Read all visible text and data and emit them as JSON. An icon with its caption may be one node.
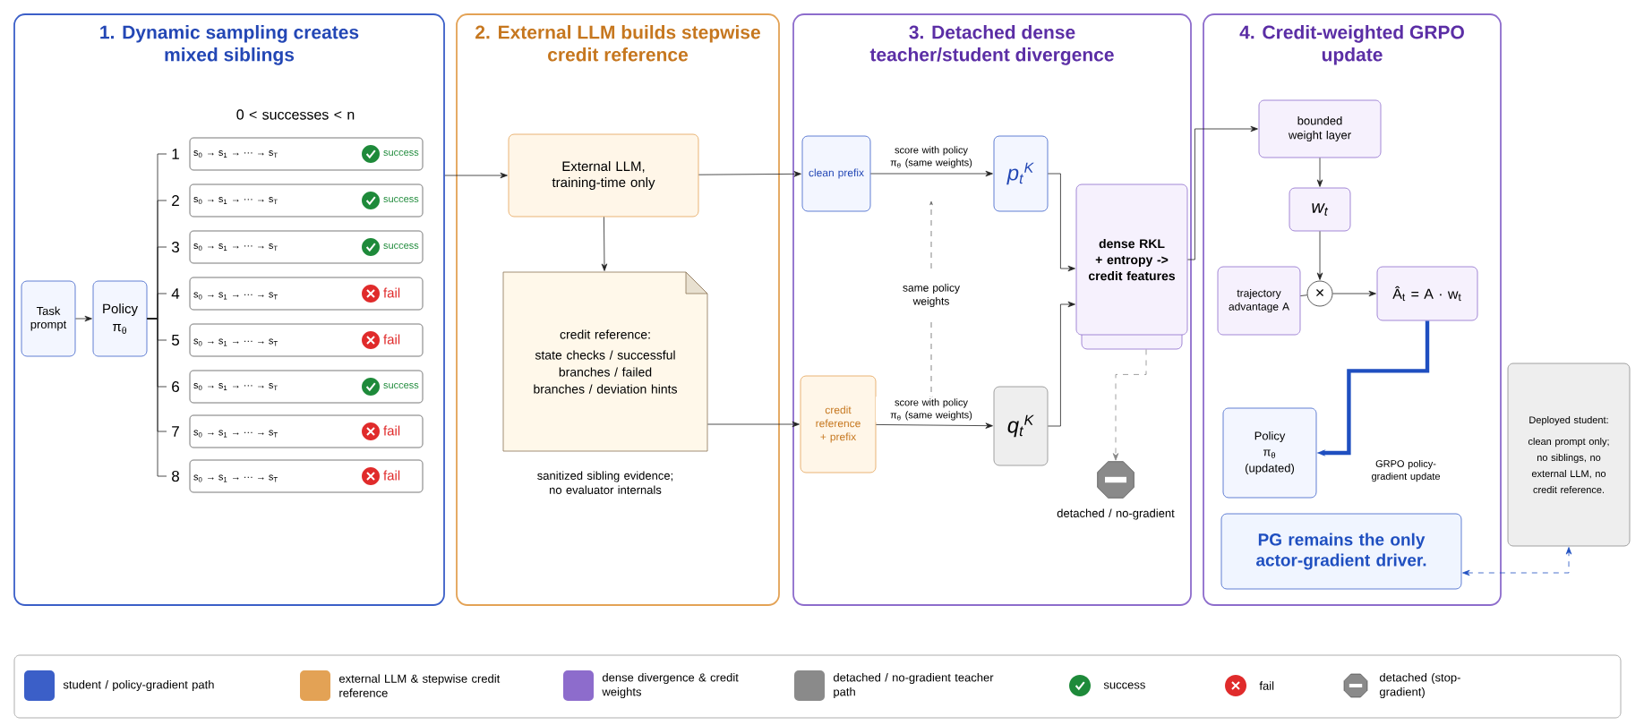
{
  "diagram": {
    "nodes": [
      {
        "text": [
          "1. Dynamic sampling creates mixed siblings"
        ]
      },
      {
        "text": [
          "Task prompt"
        ],
        "in": 0
      },
      {
        "text": [
          "Policy",
          "π$_{θ}$"
        ],
        "in": 0
      },
      {
        "text": [
          "s$_{0}$ → s$_{1}$ → ··· → s$_{T}$",
          "success"
        ],
        "beside": [
          "1"
        ],
        "in": 0
      },
      {
        "text": [
          "s$_{0}$ → s$_{1}$ → ··· → s$_{T}$",
          "success"
        ],
        "beside": [
          "2"
        ],
        "in": 0
      },
      {
        "text": [
          "s$_{0}$ → s$_{1}$ → ··· → s$_{T}$",
          "success"
        ],
        "beside": [
          "3"
        ],
        "in": 0
      },
      {
        "text": [
          "s$_{0}$ → s$_{1}$ → ··· → s$_{T}$",
          "fail"
        ],
        "beside": [
          "4"
        ],
        "in": 0
      },
      {
        "text": [
          "s$_{0}$ → s$_{1}$ → ··· → s$_{T}$",
          "fail"
        ],
        "beside": [
          "5"
        ],
        "in": 0
      },
      {
        "text": [
          "s$_{0}$ → s$_{1}$ → ··· → s$_{T}$",
          "success"
        ],
        "beside": [
          "6"
        ],
        "in": 0
      },
      {
        "text": [
          "s$_{0}$ → s$_{1}$ → ··· → s$_{T}$",
          "fail"
        ],
        "beside": [
          "7"
        ],
        "in": 0
      },
      {
        "text": [
          "s$_{0}$ → s$_{1}$ → ··· → s$_{T}$",
          "fail"
        ],
        "beside": [
          "8"
        ],
        "in": 0
      },
      {
        "text": [
          "2. External LLM builds stepwise credit reference"
        ]
      },
      {
        "text": [
          "External LLM, training-time only"
        ],
        "in": 11
      },
      {
        "text": [
          "credit reference:",
          "state checks / successful branches / failed branches / deviation hints"
        ],
        "beside": [
          "sanitized sibling evidence; no evaluator internals"
        ],
        "in": 11
      },
      {
        "text": [
          "3. Detached dense teacher/student divergence"
        ]
      },
      {
        "text": [
          "clean prefix"
        ],
        "in": 14
      },
      {
        "text": [
          "p$_{t}$$^{K}$"
        ],
        "in": 14
      },
      {
        "text": [
          "credit reference + prefix"
        ],
        "in": 14
      },
      {
        "text": [
          "q$_{t}$$^{K}$"
        ],
        "in": 14
      },
      {
        "text": [
          "dense RKL + entropy -> credit features"
        ],
        "in": 14
      },
      {
        "text": [],
        "shape": "octagon",
        "beside": [
          "detached / no-gradient"
        ],
        "in": 14
      },
      {
        "text": [
          "4. Credit-weighted GRPO update"
        ]
      },
      {
        "text": [
          "bounded weight layer"
        ],
        "in": 21
      },
      {
        "text": [
          "w$_{t}$"
        ],
        "in": 21
      },
      {
        "text": [
          "trajectory advantage A"
        ],
        "in": 21
      },
      {
        "text": [
          "×"
        ],
        "in": 21
      },
      {
        "text": [
          "Â$_{t}$ = A · w$_{t}$"
        ],
        "in": 21
      },
      {
        "text": [
          "Policy",
          "π$_{θ}$",
          "(updated)"
        ],
        "in": 21
      },
      {
        "text": [
          "PG remains the only actor-gradient driver."
        ],
        "in": 21
      },
      {
        "text": [
          "Deployed student:",
          "clean prompt only; no siblings, no external LLM, no credit reference."
        ]
      }
    ],
    "edges": [
      {
        "from": 1,
        "to": 2,
        "arrow": "to"
      },
      {
        "from": 2,
        "to": 3,
        "arrow": "none"
      },
      {
        "from": 2,
        "to": 4,
        "arrow": "none"
      },
      {
        "from": 2,
        "to": 5,
        "arrow": "none"
      },
      {
        "from": 2,
        "to": 6,
        "arrow": "none"
      },
      {
        "from": 2,
        "to": 7,
        "arrow": "none"
      },
      {
        "from": 2,
        "to": 8,
        "arrow": "none"
      },
      {
        "from": 2,
        "to": 9,
        "arrow": "none"
      },
      {
        "from": 2,
        "to": 10,
        "arrow": "none"
      },
      {
        "from": 0,
        "to": 12,
        "arrow": "to"
      },
      {
        "from": 12,
        "to": 13,
        "arrow": "to"
      },
      {
        "from": 12,
        "to": 15,
        "arrow": "to"
      },
      {
        "from": 13,
        "to": 17,
        "arrow": "to"
      },
      {
        "from": 15,
        "to": 16,
        "arrow": "to",
        "label": "score with policy π$_{θ}$ (same weights)"
      },
      {
        "from": 17,
        "to": 18,
        "arrow": "to",
        "label": "score with policy π$_{θ}$ (same weights)"
      },
      {
        "from": 16,
        "to": 19,
        "arrow": "to"
      },
      {
        "from": 18,
        "to": 19,
        "arrow": "to"
      },
      {
        "from": 19,
        "to": 20,
        "arrow": "to",
        "style": "dashed",
        "color": "#888888"
      },
      {
        "from": 19,
        "to": 22,
        "arrow": "to"
      },
      {
        "from": 22,
        "to": 23,
        "arrow": "to"
      },
      {
        "from": 23,
        "to": 25,
        "arrow": "to"
      },
      {
        "from": 24,
        "to": 25,
        "arrow": "none"
      },
      {
        "from": 25,
        "to": 26,
        "arrow": "to"
      },
      {
        "from": 26,
        "to": 27,
        "arrow": "to",
        "style": "thick",
        "color": "#1f4fc0",
        "label": "GRPO policy-gradient update"
      },
      {
        "from": 29,
        "to": 28,
        "arrow": "both",
        "style": "dashed",
        "color": "#1f4fc0"
      }
    ],
    "labels": [
      "0 < successes < n",
      "same policy weights"
    ],
    "legend": [
      {
        "text": "student / policy-gradient path",
        "color": "#3b5fc8"
      },
      {
        "text": "external LLM & stepwise credit reference",
        "color": "#e3a255"
      },
      {
        "text": "dense divergence & credit weights",
        "color": "#8d6ccc"
      },
      {
        "text": "detached / no-gradient teacher path",
        "color": "#8a8a8a"
      },
      {
        "text": "success"
      },
      {
        "text": "fail"
      },
      {
        "text": "detached (stop-gradient)"
      }
    ]
  }
}
